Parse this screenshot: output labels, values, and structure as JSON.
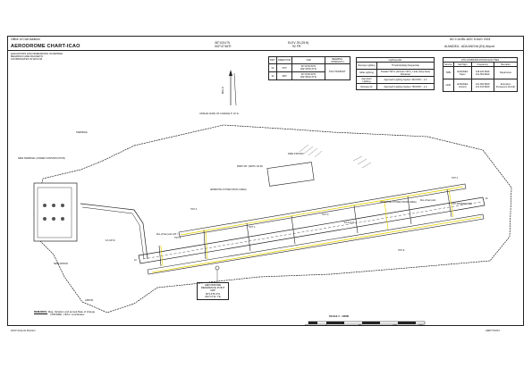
{
  "header": {
    "left_top": "Office of Civil Aviation",
    "right_top": "AD 2-UUBL-ADC    8 AUG 2024",
    "title": "AERODROME CHART-ICAO",
    "coords_lat": "36°13'41\"N",
    "coords_lon": "002°47'46\"E",
    "elevation": "ELEV 25 (25 ft)",
    "frequency": "92 FR",
    "right_id": "ALMADEA - ADA ANCHA (E4) Airport"
  },
  "units_note": [
    "ELEVATIONS AND DIMENSIONS IN METRES",
    "BEARINGS ARE MAGNETIC",
    "COORDINATES IN WGS 84"
  ],
  "rwy_table": {
    "headers": [
      "RWY",
      "DIRECTION",
      "THR",
      "BEARING STRENGTH"
    ],
    "rows": [
      [
        "04",
        "079°",
        "36°13'03.50\"N 002°46'00.37\"E",
        "PCN 75/F/B/X/T"
      ],
      [
        "22",
        "259°",
        "36°13'18.63\"N 002°48'16.37\"E",
        ""
      ]
    ]
  },
  "lighting_table": {
    "title": "Lighting Aids",
    "rows": [
      [
        "Runway Lighting",
        "Threshold,Edg (Sequentia)"
      ],
      [
        "Glide Lighting",
        "Parallel TWYs (All links TWY), Links (Stop bars) Bordered"
      ],
      [
        "Approach Lighting",
        "Approach Lighting System 340 RWY - 1.2"
      ],
      [
        "Runway 22",
        "Approach Lighting System 750 RWY - 1.2"
      ]
    ]
  },
  "comm_table": {
    "title": "ATS COMMUNICATION FACILITIES",
    "headers": [
      "Service",
      "Call Sign",
      "Frequency",
      "Remarks"
    ],
    "rows": [
      [
        "TWR",
        "ALMADEA Tower",
        "118.100 MHZ 121.500 MHZ",
        "Departures"
      ],
      [
        "GND",
        "ALMADEA Ground",
        "121.900 MHZ 121.100 MHZ",
        "Extension Frequency Aircraft"
      ]
    ]
  },
  "magnetic": {
    "arrow_label": "MAG N",
    "variation": "ANNUAL RATE OF CHANGE 5' 10\" E"
  },
  "labels": {
    "terminal": "TERMINAL",
    "new_terminal": "NEW TERMINAL (UNDER CONSTRUCTION)",
    "new_apron": "NEW APRON",
    "apron": "APRON",
    "fire_station": "FIRE STATION",
    "park_wt": "PARK WT. (WDTH 40 M)",
    "twy_a": "TWY A",
    "twy_b": "TWY B",
    "twy_c": "TWY C",
    "twy_d": "TWY D",
    "twy_e": "TWY E",
    "twy_f": "TWY F",
    "ils1": "ILS GP 04",
    "ils2": "ILS LLZ 22",
    "holding1": "Run-off taxi point CAT I",
    "holding2": "Run-off taxi point",
    "arrester1": "ARRESTING SYSTEM (HOOK CABLE)",
    "arrester2": "ARRESTING SYSTEM (HOOK CABLE)",
    "intersection": "TWY INTERSECTION",
    "rwy_designator_w": "04",
    "rwy_designator_e": "22"
  },
  "arp_box": [
    "AERODROME",
    "REFERENCE POINT",
    "ARP",
    "36°13'50.2\"N",
    "002°47'11.7\"E"
  ],
  "remarks": {
    "title": "REMARKS:",
    "text": "Mag. Variation and annual Rate of change",
    "text2": "VOR/DME - NDH / coordinates"
  },
  "scale": {
    "label": "SCALE 1 : 10000",
    "ticks": [
      "500",
      "0",
      "500",
      "1000",
      "1500"
    ]
  },
  "footer": {
    "left": "FAAT Airports Division",
    "right": "AMDT 52/24"
  },
  "colors": {
    "pavement_outline": "#222222",
    "taxi_centerline": "#e8d200",
    "background": "#ffffff"
  }
}
